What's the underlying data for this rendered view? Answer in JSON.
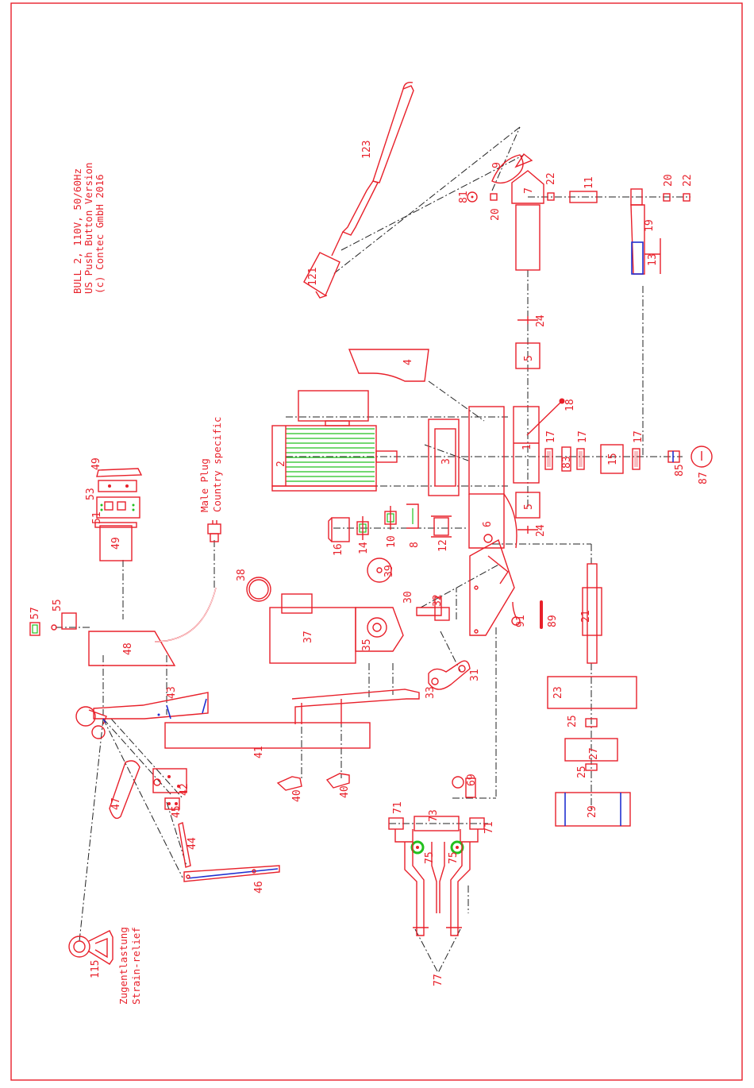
{
  "header": {
    "line1": "BULL 2, 110V, 50/60Hz",
    "line2": "US Push Button Version",
    "line3": "(c) Contec GmbH 2016"
  },
  "notes": {
    "plug_1": "Male Plug",
    "plug_2": "Country specific",
    "strain_1": "Zugentlastung",
    "strain_2": "Strain-relief"
  },
  "parts": {
    "p1": "1",
    "p2": "2",
    "p3": "3",
    "p4": "4",
    "p5a": "5",
    "p5b": "5",
    "p6": "6",
    "p7": "7",
    "p8": "8",
    "p9": "9",
    "p10": "10",
    "p11": "11",
    "p12": "12",
    "p13": "13",
    "p14": "14",
    "p15": "15",
    "p16": "16",
    "p17a": "17",
    "p17b": "17",
    "p17c": "17",
    "p18": "18",
    "p19": "19",
    "p20a": "20",
    "p20b": "20",
    "p21": "21",
    "p22a": "22",
    "p22b": "22",
    "p23": "23",
    "p24a": "24",
    "p24b": "24",
    "p25a": "25",
    "p25b": "25",
    "p27": "27",
    "p29": "29",
    "p30": "30",
    "p31": "31",
    "p32": "32",
    "p33": "33",
    "p35": "35",
    "p37": "37",
    "p38": "38",
    "p39": "39",
    "p40a": "40",
    "p40b": "40",
    "p41": "41",
    "p42": "42",
    "p43": "43",
    "p44": "44",
    "p45": "45",
    "p46": "46",
    "p47": "47",
    "p48": "48",
    "p49a": "49",
    "p49b": "49",
    "p51": "51",
    "p53": "53",
    "p55": "55",
    "p57": "57",
    "p69": "69",
    "p71a": "71",
    "p71b": "71",
    "p73": "73",
    "p75a": "75",
    "p75b": "75",
    "p77": "77",
    "p81": "81",
    "p83": "83",
    "p85": "85",
    "p87": "87",
    "p89": "89",
    "p91": "91",
    "p115": "115",
    "p121": "121",
    "p123": "123"
  },
  "colors": {
    "line": "#e8202a",
    "centerline": "#222222",
    "winding": "#22c01e",
    "accent": "#2030d0"
  }
}
